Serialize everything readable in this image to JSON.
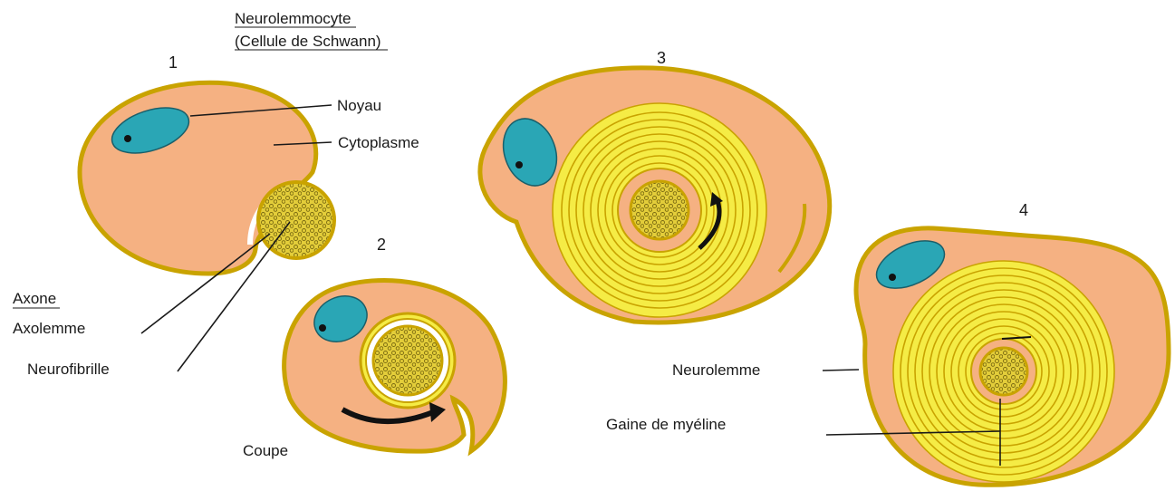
{
  "labels": {
    "title_line1": "Neurolemmocyte",
    "title_line2": "(Cellule de Schwann)",
    "noyau": "Noyau",
    "cytoplasme": "Cytoplasme",
    "axone": "Axone",
    "axolemme": "Axolemme",
    "neurofibrille": "Neurofibrille",
    "coupe": "Coupe",
    "neurolemme": "Neurolemme",
    "gaine": "Gaine de myéline"
  },
  "steps": [
    "1",
    "2",
    "3",
    "4"
  ],
  "colors": {
    "cytoplasm": "#f5b182",
    "membrane": "#f2e83a",
    "nucleus": "#2aa6b5",
    "myelin": "#f5ec45",
    "axon": "#d8c234",
    "line": "#1a1a1a"
  },
  "icons": [
    "curved-arrow-icon"
  ]
}
